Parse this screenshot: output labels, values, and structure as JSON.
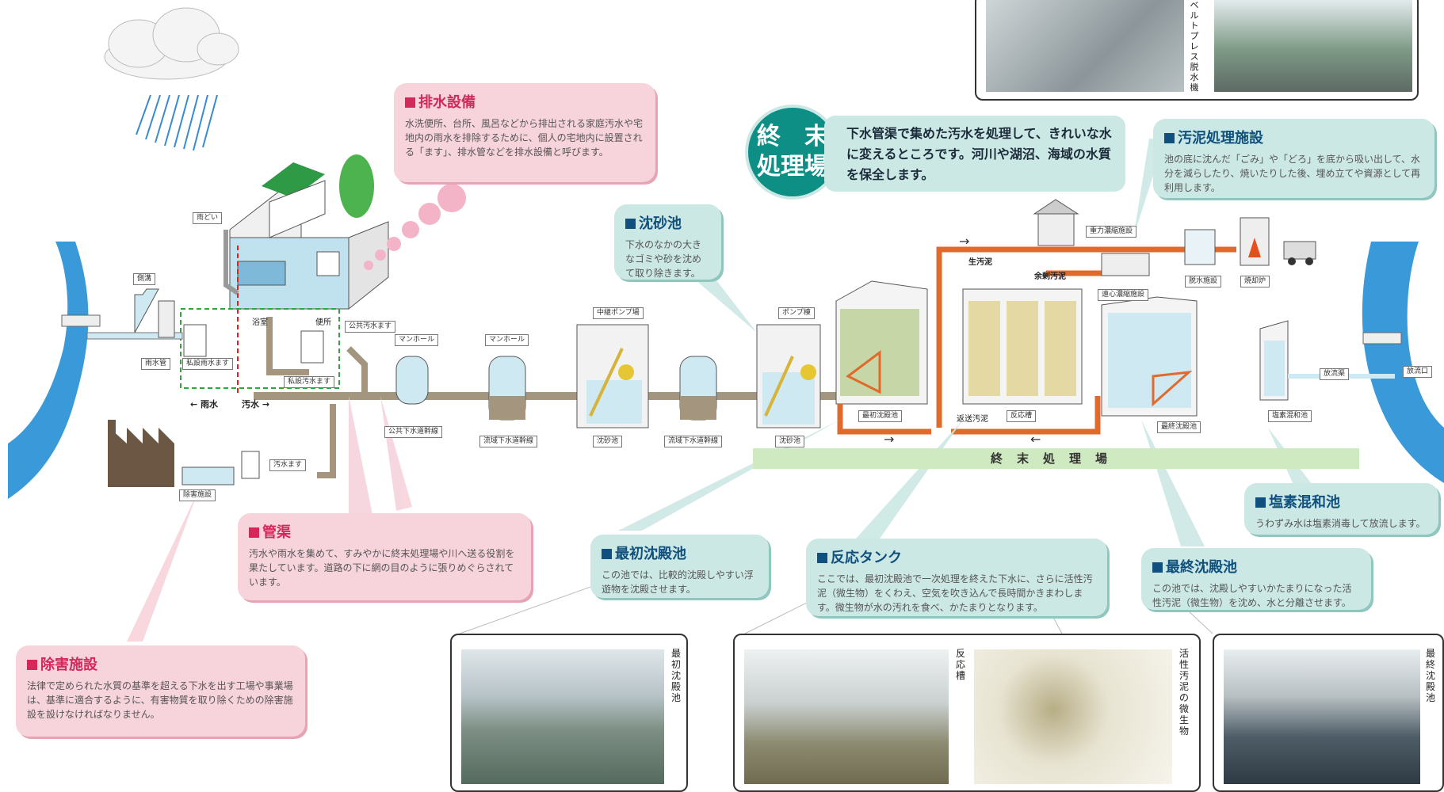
{
  "facility_circle": "終　末\n処理場",
  "facility_desc": "下水管渠で集めた汚水を処理して、きれいな水に変えるところです。河川や湖沼、海域の水質を保全します。",
  "callouts": {
    "drainage": {
      "title": "排水設備",
      "text": "水洗便所、台所、風呂などから排出される家庭汚水や宅地内の雨水を排除するために、個人の宅地内に設置される「ます」、排水管などを排水設備と呼びます。"
    },
    "sewer": {
      "title": "管渠",
      "text": "汚水や雨水を集めて、すみやかに終末処理場や川へ送る役割を果たしています。道路の下に網の目のように張りめぐらされています。"
    },
    "detox": {
      "title": "除害施設",
      "text": "法律で定められた水質の基準を超える下水を出す工場や事業場は、基準に適合するように、有害物質を取り除くための除害施設を設けなければなりません。"
    },
    "grit": {
      "title": "沈砂池",
      "text": "下水のなかの大きなゴミや砂を沈めて取り除きます。"
    },
    "sludge": {
      "title": "汚泥処理施設",
      "text": "池の底に沈んだ「ごみ」や「どろ」を底から吸い出して、水分を減らしたり、焼いたりした後、埋め立てや資源として再利用します。"
    },
    "primary": {
      "title": "最初沈殿池",
      "text": "この池では、比較的沈殿しやすい浮遊物を沈殿させます。"
    },
    "reaction": {
      "title": "反応タンク",
      "text": "ここでは、最初沈殿池で一次処理を終えた下水に、さらに活性汚泥（微生物）をくわえ、空気を吹き込んで長時間かきまわします。微生物が水の汚れを食べ、かたまりとなります。"
    },
    "final": {
      "title": "最終沈殿池",
      "text": "この池では、沈殿しやすいかたまりになった活性汚泥（微生物）を沈め、水と分離させます。"
    },
    "chlorine": {
      "title": "塩素混和池",
      "text": "うわずみ水は塩素消毒して放流します。"
    }
  },
  "labels": {
    "amadoi": "雨どい",
    "sokko": "側溝",
    "usuikan": "雨水管",
    "shisetsu_usui": "私設雨水ます",
    "furoba": "浴室",
    "benjo": "便所",
    "koukyou_osui": "公共汚水ます",
    "shisetsu_osui": "私設汚水ます",
    "manhole1": "マンホール",
    "manhole2": "マンホール",
    "koukyou_kansen": "公共下水道幹線",
    "ryuiki_kansen1": "流域下水道幹線",
    "ryuiki_kansen2": "流域下水道幹線",
    "chuukei_pump": "中継ポンプ場",
    "chinsachi1": "沈砂池",
    "pump_jo": "ポンプ棟",
    "chinsachi2": "沈砂池",
    "saisho": "最初沈殿池",
    "hannou": "反応槽",
    "hensou": "返送汚泥",
    "saishuu": "最終沈殿池",
    "enso": "塩素混和池",
    "houryuu_kyo": "放流渠",
    "houryuu_ko": "放流口",
    "juuryoku": "重力濃縮施設",
    "enshin": "遠心濃縮施設",
    "dassui": "脱水施設",
    "shoukyaku": "焼却炉",
    "nama_odei": "生汚泥",
    "yojou_odei": "余剰汚泥",
    "osui_masu": "汚水ます",
    "jogai": "除害施設",
    "rain": "雨水",
    "sewage": "汚水",
    "band": "終末処理場",
    "belt_press": "ベルトプレス脱水機"
  },
  "photo_captions": {
    "primary": "最初沈殿池",
    "reaction": "反応槽",
    "microbe": "活性汚泥の微生物",
    "final": "最終沈殿池"
  },
  "colors": {
    "pink": "#f7d3dc",
    "pink_title": "#d2285a",
    "teal": "#cce8e4",
    "teal_title": "#10507e",
    "pipe_orange": "#e06a2c",
    "river": "#3a9ad9"
  }
}
